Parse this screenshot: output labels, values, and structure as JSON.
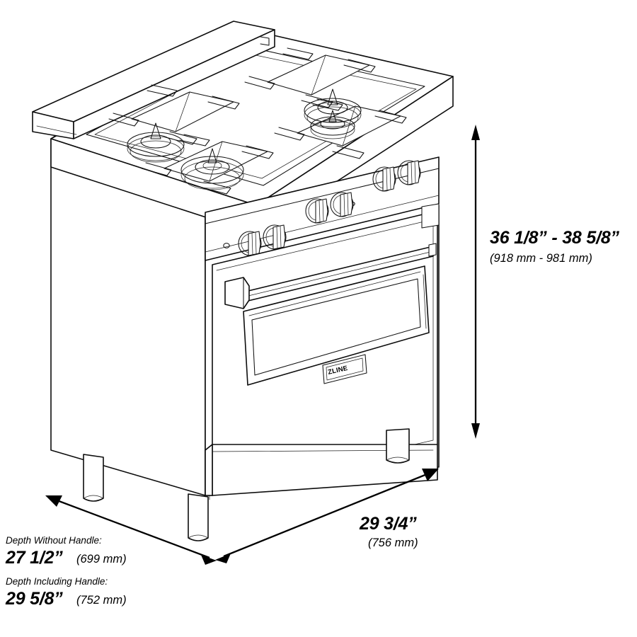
{
  "document": {
    "kind": "product-dimension-diagram",
    "subject": "Freestanding gas range, 4 burner, isometric line drawing",
    "brand_badge": "ZLINE"
  },
  "dimensions": {
    "height": {
      "id": "height-dimension",
      "label_in": "36 1/8” - 38 5/8”",
      "label_mm": "(918 mm - 981 mm)",
      "orientation": "vertical"
    },
    "width": {
      "id": "width-dimension",
      "label_in": "29 3/4”",
      "label_mm": "(756 mm)",
      "orientation": "diagonal-right"
    },
    "depth_without_handle": {
      "id": "depth-without-handle-dimension",
      "caption": "Depth Without Handle:",
      "label_in": "27 1/2”",
      "label_mm": "(699 mm)",
      "orientation": "diagonal-left"
    },
    "depth_including_handle": {
      "id": "depth-including-handle-dimension",
      "caption": "Depth Including Handle:",
      "label_in": "29 5/8”",
      "label_mm": "(752 mm)"
    }
  },
  "appliance": {
    "burner_count": 4,
    "knob_count": 6,
    "leg_count": 3,
    "features": [
      "backguard-riser",
      "cast-iron-grates",
      "oven-door-window",
      "bar-handle",
      "toe-kick",
      "adjustable-legs"
    ]
  },
  "colors": {
    "background": "#ffffff",
    "line": "#0d0d0d",
    "dimension": "#000000"
  }
}
